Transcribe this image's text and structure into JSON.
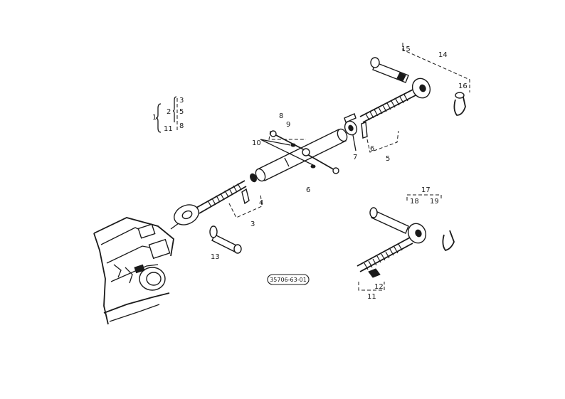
{
  "diagram": {
    "reference_code": "35706-63-01",
    "legend": {
      "top": "1",
      "middle": [
        "2",
        "11"
      ],
      "right": [
        "3",
        "5",
        "8"
      ]
    },
    "callouts": {
      "c3": "3",
      "c4": "4",
      "c5": "5",
      "c6a": "6",
      "c6b": "6",
      "c7": "7",
      "c8": "8",
      "c9": "9",
      "c10": "10",
      "c11": "11",
      "c12": "12",
      "c13": "13",
      "c14": "14",
      "c15": "15",
      "c16": "16",
      "c17": "17",
      "c18": "18",
      "c19": "19"
    }
  }
}
